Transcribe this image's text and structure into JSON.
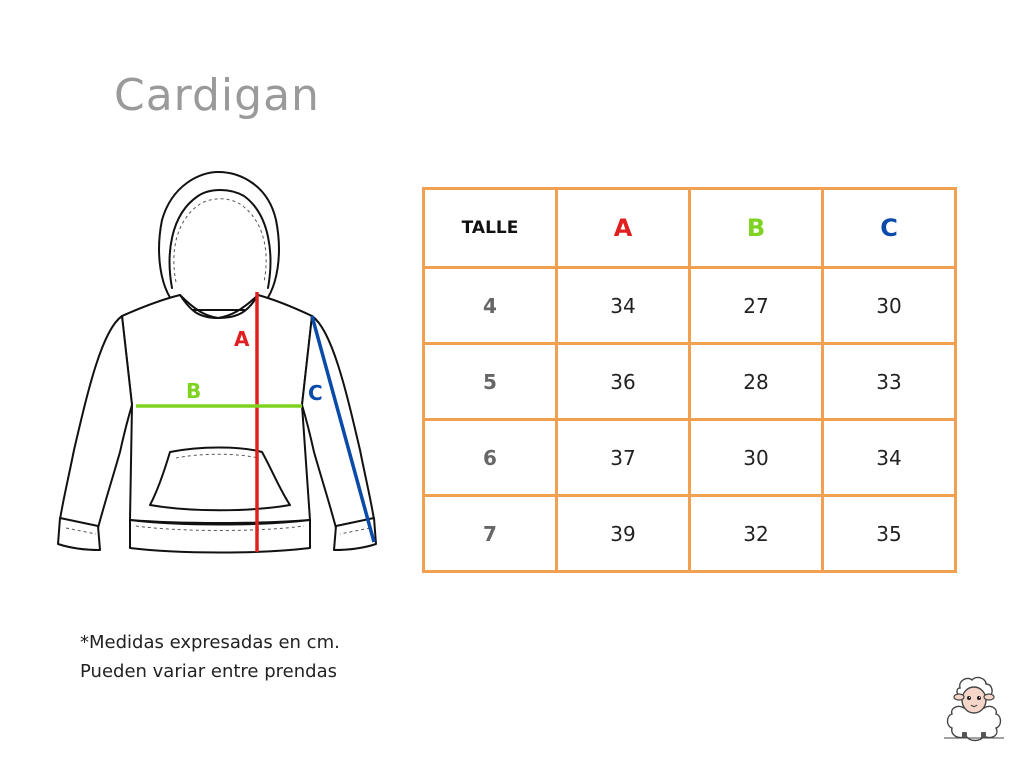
{
  "title": "Cardigan",
  "diagram": {
    "label_a": "A",
    "label_b": "B",
    "label_c": "C",
    "colors": {
      "a": "#e02020",
      "b": "#7ed321",
      "c": "#0a4aa8"
    }
  },
  "table": {
    "headers": [
      "TALLE",
      "A",
      "B",
      "C"
    ],
    "rows": [
      [
        "4",
        "34",
        "27",
        "30"
      ],
      [
        "5",
        "36",
        "28",
        "33"
      ],
      [
        "6",
        "37",
        "30",
        "34"
      ],
      [
        "7",
        "39",
        "32",
        "35"
      ]
    ],
    "border_color": "#f0a050"
  },
  "note": {
    "line1": "*Medidas expresadas en cm.",
    "line2": "Pueden variar entre prendas"
  }
}
